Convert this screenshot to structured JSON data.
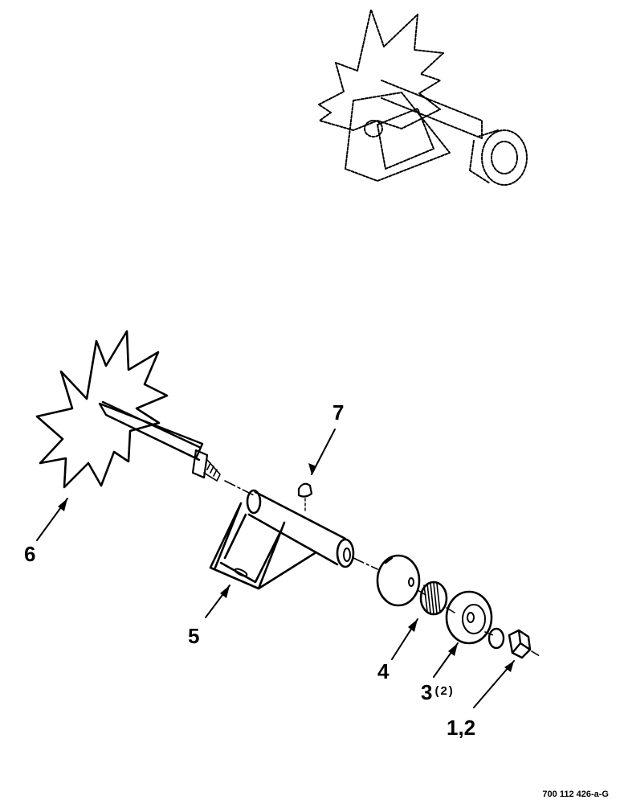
{
  "callouts": {
    "c1_2": "1,2",
    "c3": "3",
    "c3_qty": "(2)",
    "c4": "4",
    "c5": "5",
    "c6": "6",
    "c7": "7"
  },
  "figure_code": "700 112 426-a-G",
  "ink_color": "#000000"
}
